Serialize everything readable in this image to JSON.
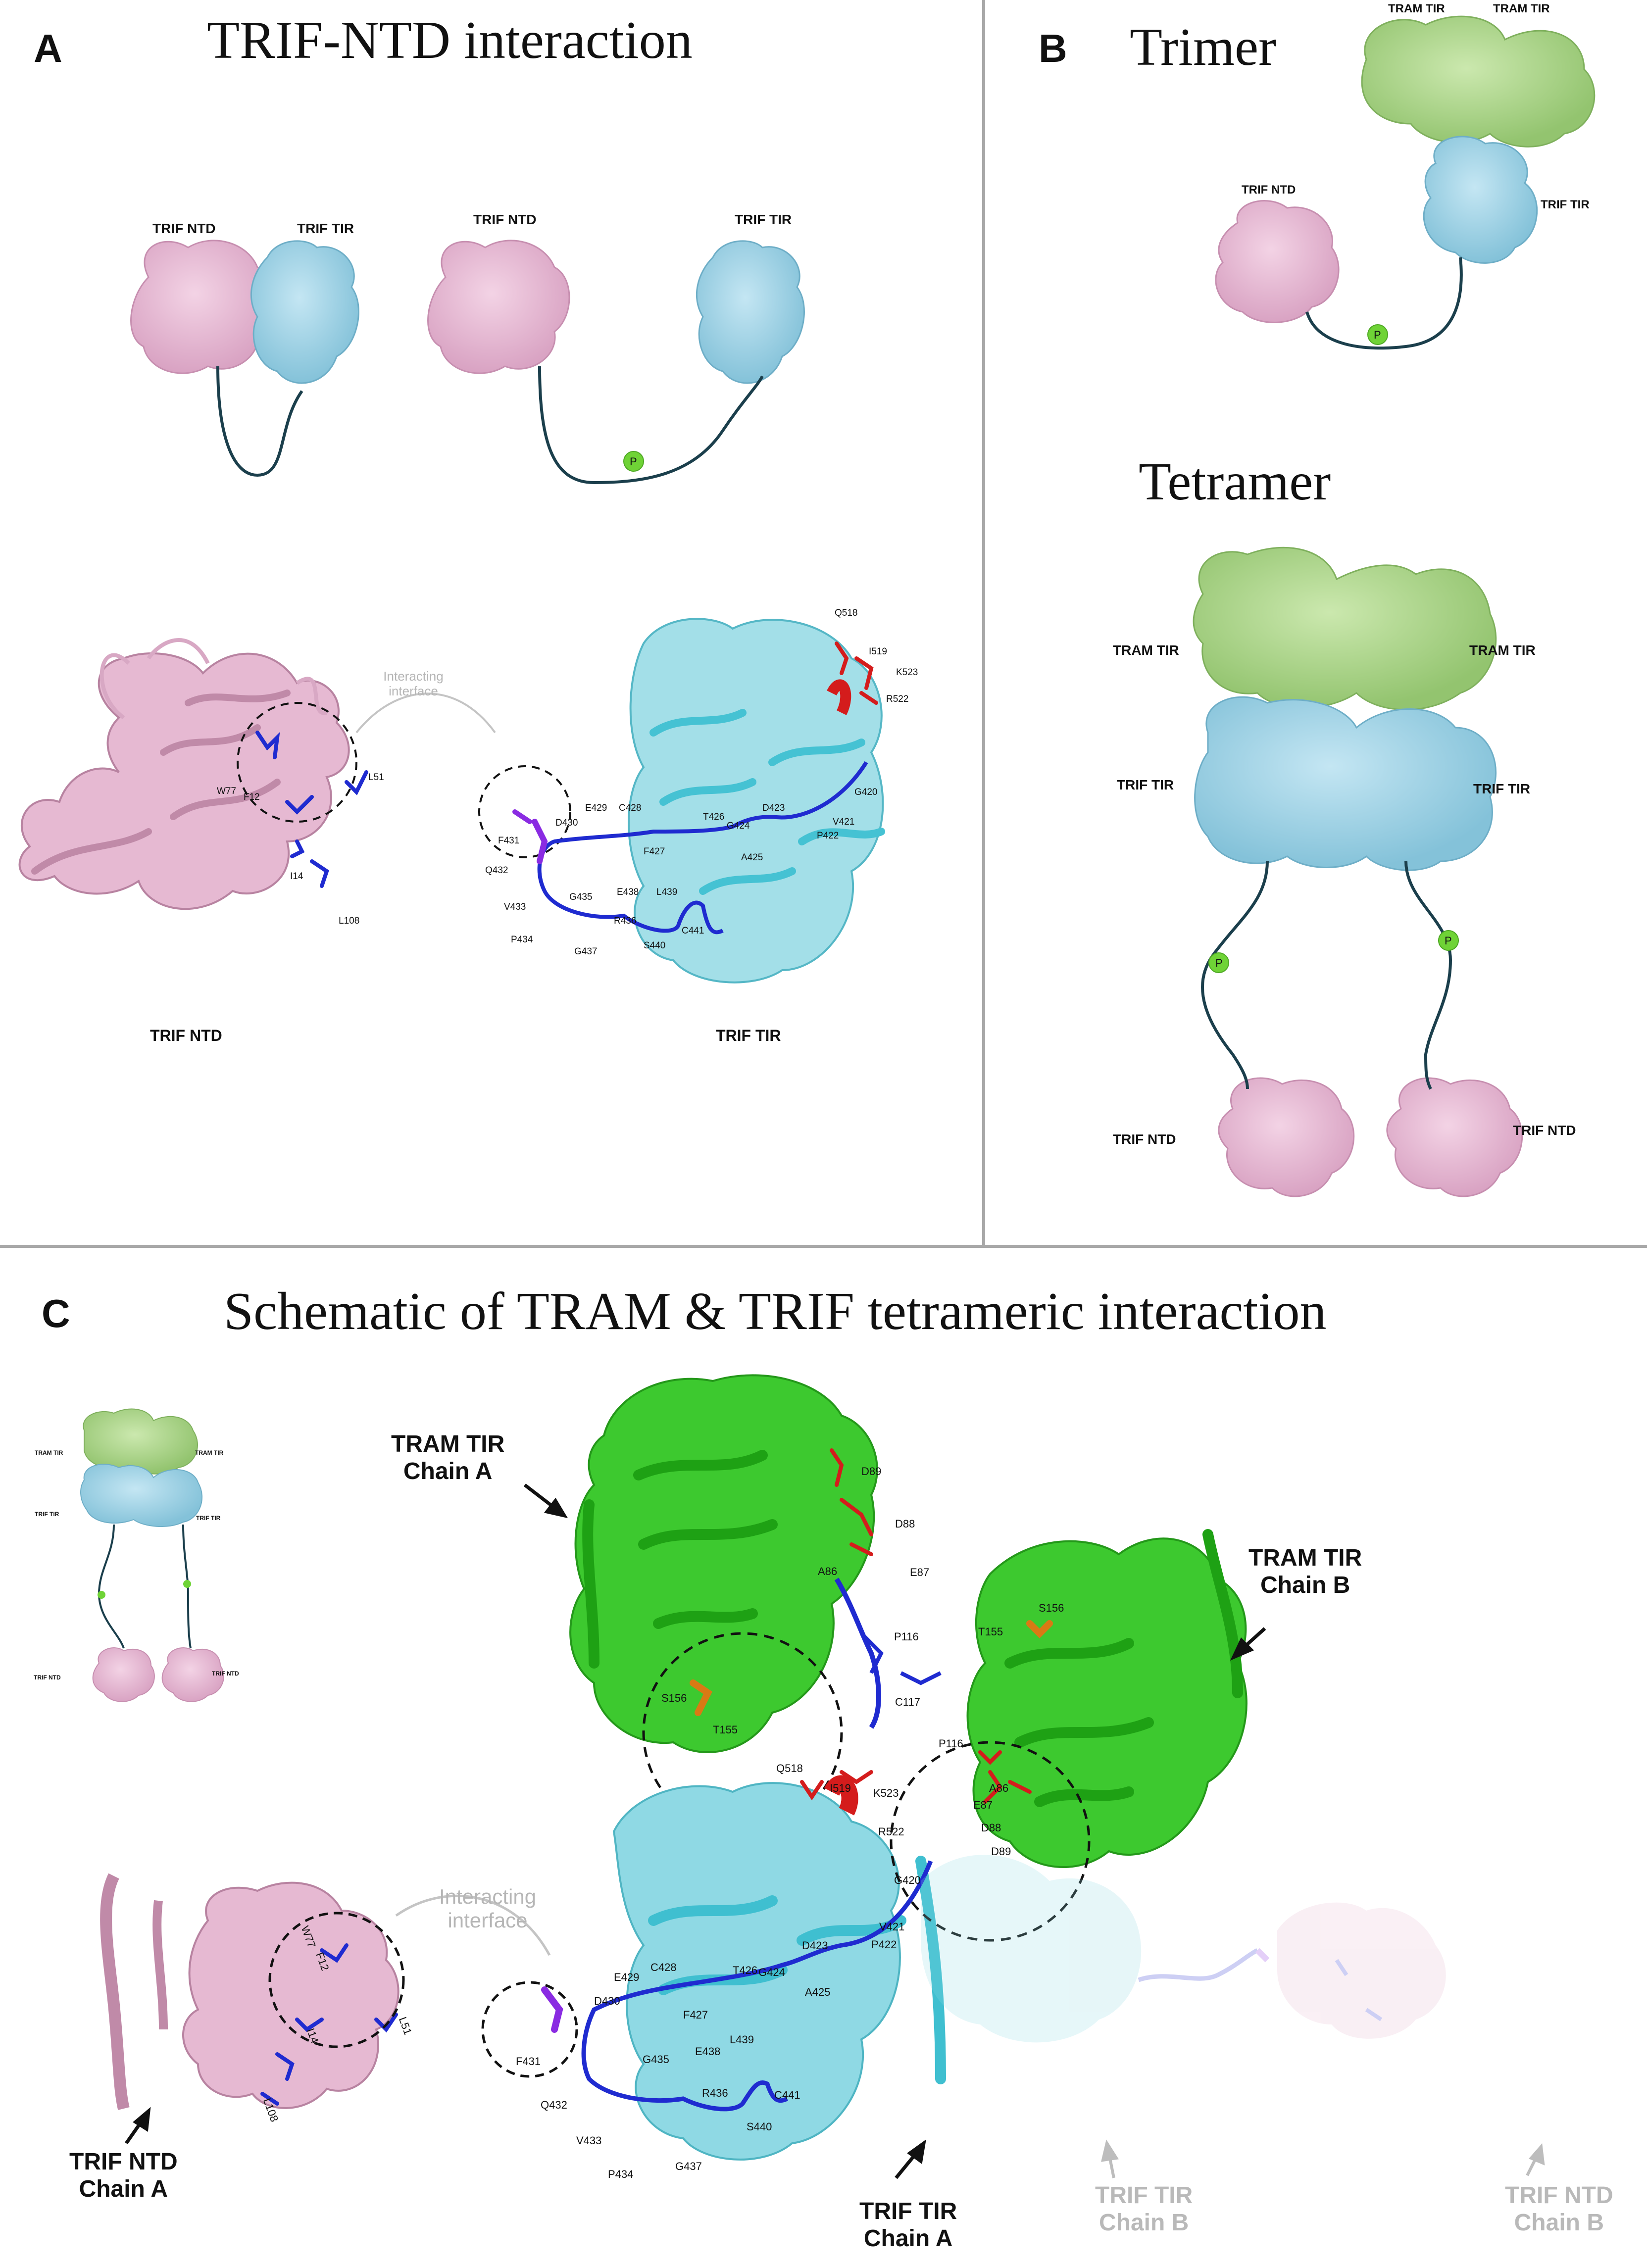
{
  "panels": {
    "a": {
      "letter": "A",
      "title": "TRIF-NTD interaction",
      "cartoon_labels": {
        "ntd_1": "TRIF NTD",
        "tir_1": "TRIF TIR",
        "ntd_2": "TRIF NTD",
        "tir_2": "TRIF TIR"
      },
      "phospho": "P",
      "interface": [
        "Interacting",
        "interface"
      ],
      "ntd_residues": [
        "W77",
        "F12",
        "L51",
        "I14",
        "L108"
      ],
      "linker_residues": [
        "F431",
        "D430",
        "E429",
        "C428",
        "F427",
        "T426",
        "G424",
        "D423",
        "A425",
        "V421",
        "P422",
        "G420",
        "Q432",
        "V433",
        "P434",
        "G435",
        "R436",
        "G437",
        "E438",
        "L439",
        "S440",
        "C441"
      ],
      "tir_residues": [
        "Q518",
        "I519",
        "K523",
        "R522"
      ],
      "structure_labels": {
        "ntd": "TRIF NTD",
        "tir": "TRIF TIR"
      }
    },
    "b": {
      "letter": "B",
      "trimer_title": "Trimer",
      "tetramer_title": "Tetramer",
      "trimer_labels": {
        "tram_1": "TRAM TIR",
        "tram_2": "TRAM TIR",
        "trif_tir": "TRIF TIR",
        "trif_ntd": "TRIF NTD"
      },
      "tetramer_labels": {
        "tram_1": "TRAM TIR",
        "tram_2": "TRAM TIR",
        "trif_tir_1": "TRIF TIR",
        "trif_tir_2": "TRIF TIR",
        "trif_ntd_1": "TRIF NTD",
        "trif_ntd_2": "TRIF NTD"
      },
      "phospho": "P"
    },
    "c": {
      "letter": "C",
      "title": "Schematic of TRAM & TRIF tetrameric interaction",
      "thumbnail_labels": {
        "tram_1": "TRAM TIR",
        "tram_2": "TRAM TIR",
        "trif_tir_1": "TRIF TIR",
        "trif_tir_2": "TRIF TIR",
        "trif_ntd_1": "TRIF NTD",
        "trif_ntd_2": "TRIF NTD"
      },
      "chains": {
        "tram_a": [
          "TRAM TIR",
          "Chain A"
        ],
        "tram_b": [
          "TRAM TIR",
          "Chain B"
        ],
        "trif_ntd_a": [
          "TRIF NTD",
          "Chain A"
        ],
        "trif_tir_a": [
          "TRIF TIR",
          "Chain A"
        ],
        "trif_tir_b": [
          "TRIF TIR",
          "Chain B"
        ],
        "trif_ntd_b": [
          "TRIF NTD",
          "Chain B"
        ]
      },
      "interface": [
        "Interacting",
        "interface"
      ],
      "tram_a_residues": [
        "D89",
        "D88",
        "E87",
        "A86",
        "S156",
        "T155",
        "P116",
        "C117"
      ],
      "tram_b_residues": [
        "T155",
        "S156",
        "P116",
        "A86",
        "E87",
        "D88",
        "D89"
      ],
      "trif_residues": [
        "Q518",
        "I519",
        "K523",
        "R522",
        "G420",
        "V421",
        "P422",
        "D423",
        "T426",
        "G424",
        "A425",
        "C428",
        "E429",
        "D430",
        "F427",
        "F431",
        "Q432",
        "V433",
        "P434",
        "G435",
        "R436",
        "G437",
        "E438",
        "L439",
        "S440",
        "C441"
      ],
      "ntd_residues": [
        "W77",
        "F12",
        "I14",
        "L51",
        "L108"
      ]
    }
  },
  "colors": {
    "ntd_pink": "#e6b9d2",
    "tir_blue": "#9dd3e6",
    "tram_green": "#a9d488",
    "cartoon_green": "#2fbf22",
    "cartoon_cyan": "#6ed3e0",
    "residue_blue": "#1f2bd0",
    "residue_red": "#d41c1c",
    "residue_orange": "#d97a14",
    "residue_purple": "#8a2be2",
    "linker": "#1b3f4c",
    "phospho_green": "#6fd336"
  }
}
